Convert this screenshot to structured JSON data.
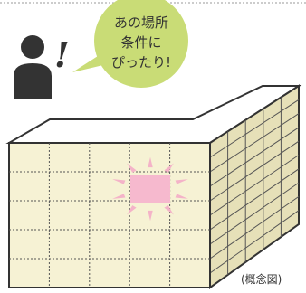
{
  "speech_bubble": {
    "lines": [
      "あの場所",
      "条件に",
      "ぴったり!"
    ]
  },
  "exclamation": "!",
  "caption": "(概念図)",
  "colors": {
    "building_face": "#f6f2d4",
    "building_side": "#e6e0b8",
    "grid_line": "#555555",
    "bubble": "#c9dc76",
    "highlight": "#f6b9ce",
    "highlight_ray": "#f4b3c8",
    "person": "#333333",
    "top_dashed_line": "#999999"
  },
  "icons": {
    "person": "person-silhouette-icon",
    "highlight": "burst-rays-icon"
  }
}
